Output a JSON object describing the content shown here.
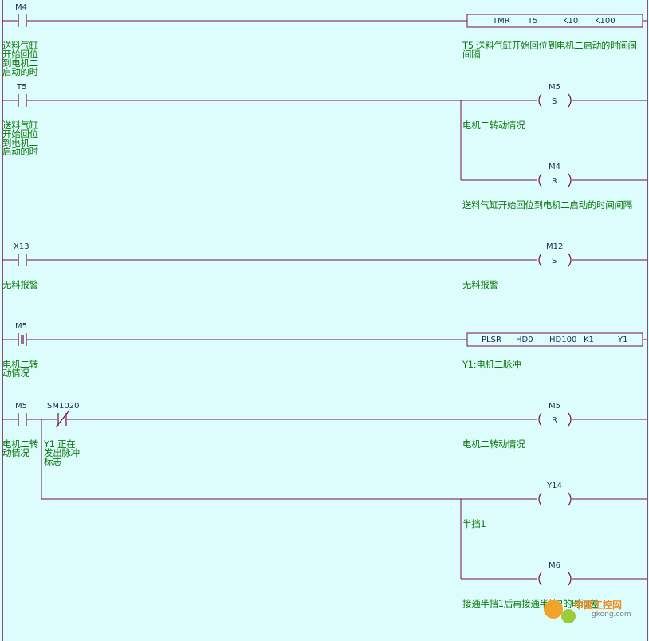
{
  "rungs": {
    "r1": {
      "contact": "M4",
      "fb": [
        "TMR",
        "T5",
        "K10",
        "K100"
      ]
    },
    "r2": {
      "contact": "T5",
      "coil1": {
        "name": "M5",
        "type": "S"
      },
      "coil2": {
        "name": "M4",
        "type": "R"
      }
    },
    "r3": {
      "contact": "X13",
      "coil": {
        "name": "M12",
        "type": "S"
      }
    },
    "r4": {
      "contact": "M5",
      "fb": [
        "PLSR",
        "HD0",
        "HD100",
        "K1",
        "Y1"
      ]
    },
    "r5": {
      "contact1": "M5",
      "contact2": "SM1020",
      "coil1": {
        "name": "M5",
        "type": "R"
      },
      "coil2": {
        "name": "Y14"
      },
      "coil3": {
        "name": "M6"
      }
    }
  },
  "comments": {
    "c1": "送料气缸\n开始回位\n到电机二\n启动的时",
    "c2": "T5 送料气缸开始回位到电机二启动的时间间\n间隔",
    "c3": "送料气缸\n开始回位\n到电机二\n启动的时",
    "c4": "电机二转动情况",
    "c5": "送料气缸开始回位到电机二启动的时间间隔",
    "c6": "无料报警",
    "c7": "无料报警",
    "c8": "电机二转\n动情况",
    "c9": "Y1:电机二脉冲",
    "c10": "电机二转\n动情况",
    "c11": "Y1 正在\n发出脉冲\n标志",
    "c12": "电机二转动情况",
    "c13": "半挡1",
    "c14": "接通半挡1后再接通半挡2的时间差"
  },
  "watermark": {
    "brand": "中国工控网",
    "url": "gkong.com"
  }
}
